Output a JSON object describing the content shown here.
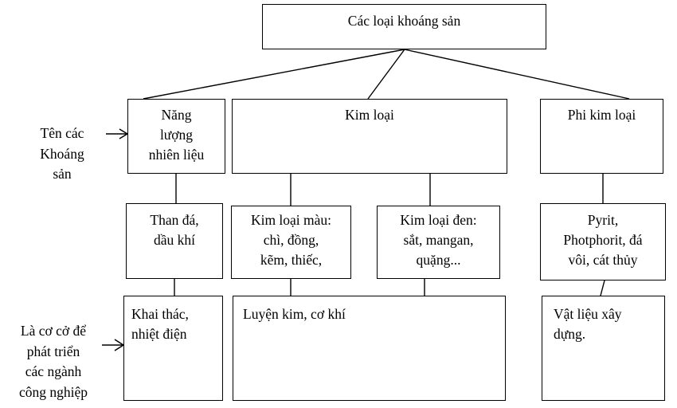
{
  "diagram": {
    "title_box": {
      "label": "Các loại khoáng sản"
    },
    "side_labels": [
      {
        "id": "names-label",
        "text": "Tên các\nKhoáng\nsản"
      },
      {
        "id": "basis-label",
        "text": "Là cơ cở để\nphát triển\ncác ngành\ncông nghiệp"
      }
    ],
    "row_categories": [
      {
        "id": "energy",
        "text": "Năng\nlượng\nnhiên liệu"
      },
      {
        "id": "metal",
        "text": "Kim loại"
      },
      {
        "id": "nonmetal",
        "text": "Phi kim loại"
      }
    ],
    "row_examples": [
      {
        "id": "coal-oil",
        "text": "Than đá,\ndầu khí"
      },
      {
        "id": "nonferrous",
        "text": "Kim loại màu:\nchì, đồng,\nkẽm, thiếc,"
      },
      {
        "id": "ferrous",
        "text": "Kim loại đen:\nsắt, mangan,\nquặng..."
      },
      {
        "id": "nonmetal-examples",
        "text": "Pyrit,\nPhotphorit, đá\nvôi, cát thủy"
      }
    ],
    "row_industries": [
      {
        "id": "mining-power",
        "text": "Khai thác,\nnhiệt điện"
      },
      {
        "id": "metallurgy",
        "text": "Luyện kim, cơ khí"
      },
      {
        "id": "building-materials",
        "text": "Vật liệu xây\ndựng."
      }
    ],
    "colors": {
      "stroke": "#000000",
      "background": "#ffffff",
      "text": "#000000"
    }
  }
}
